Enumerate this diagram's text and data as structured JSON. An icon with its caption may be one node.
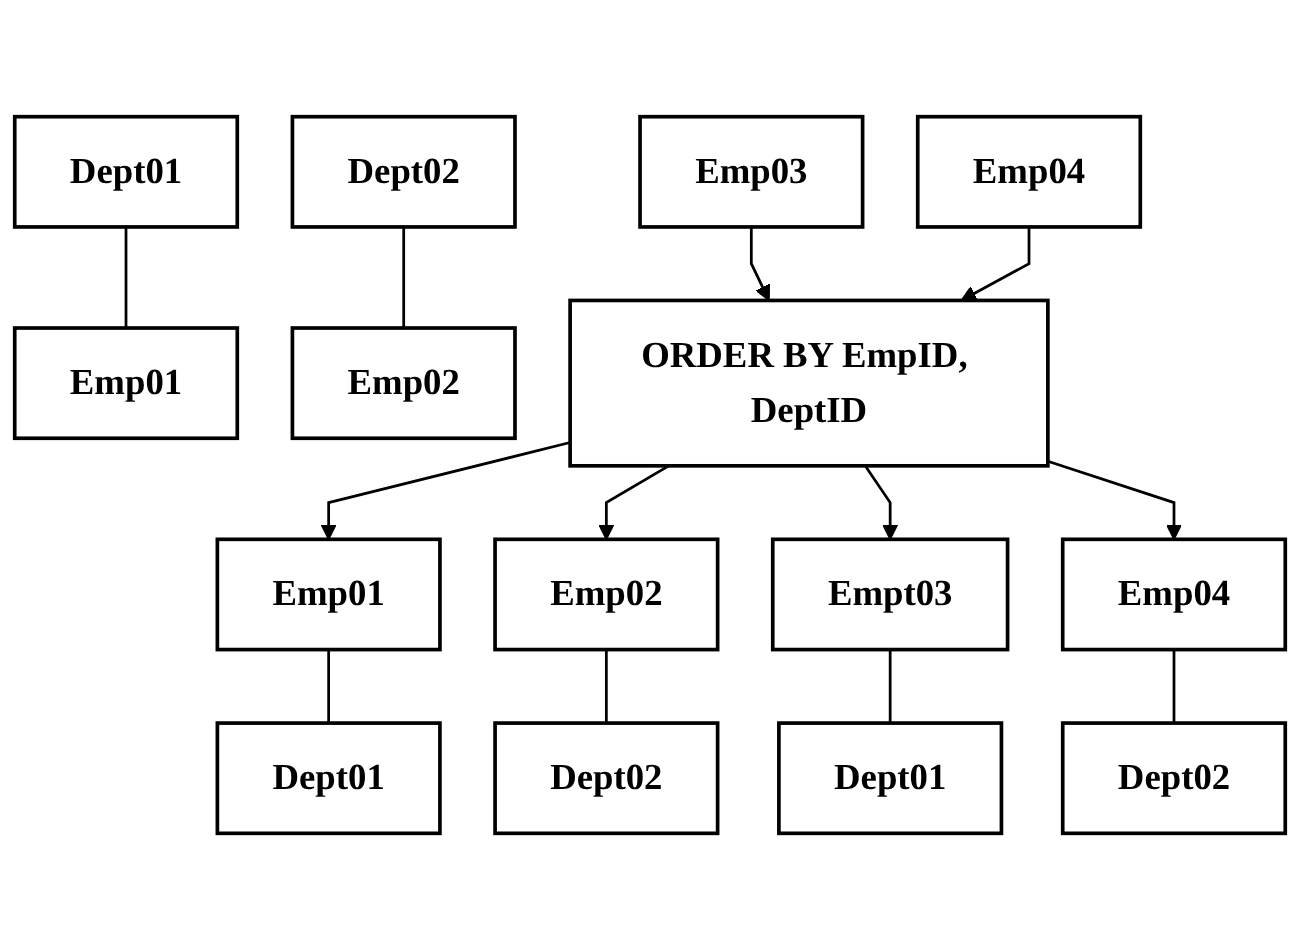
{
  "diagram": {
    "nodes": [
      {
        "text": [
          "Dept01"
        ]
      },
      {
        "text": [
          "Emp01"
        ]
      },
      {
        "text": [
          "Emp03"
        ]
      },
      {
        "text": [
          "Dept02"
        ]
      },
      {
        "text": [
          "Emp02"
        ]
      },
      {
        "text": [
          "Emp04"
        ]
      },
      {
        "text": [
          "ORDER BY EmpID, DeptID"
        ]
      },
      {
        "text": [
          "Emp01"
        ]
      },
      {
        "text": [
          "Emp02"
        ]
      },
      {
        "text": [
          "Empt03"
        ]
      },
      {
        "text": [
          "Emp04"
        ]
      },
      {
        "text": [
          "Dept01"
        ]
      },
      {
        "text": [
          "Dept02"
        ]
      },
      {
        "text": [
          "Dept01"
        ]
      },
      {
        "text": [
          "Dept02"
        ]
      }
    ],
    "edges": [
      {
        "from": 0,
        "to": 1,
        "arrow": "none"
      },
      {
        "from": 3,
        "to": 4,
        "arrow": "none"
      },
      {
        "from": 2,
        "to": 6,
        "arrow": "to"
      },
      {
        "from": 5,
        "to": 6,
        "arrow": "to"
      },
      {
        "from": 6,
        "to": 7,
        "arrow": "to"
      },
      {
        "from": 6,
        "to": 8,
        "arrow": "to"
      },
      {
        "from": 6,
        "to": 9,
        "arrow": "to"
      },
      {
        "from": 6,
        "to": 10,
        "arrow": "to"
      },
      {
        "from": 7,
        "to": 11,
        "arrow": "none"
      },
      {
        "from": 8,
        "to": 12,
        "arrow": "none"
      },
      {
        "from": 9,
        "to": 13,
        "arrow": "none"
      },
      {
        "from": 10,
        "to": 14,
        "arrow": "none"
      }
    ]
  }
}
